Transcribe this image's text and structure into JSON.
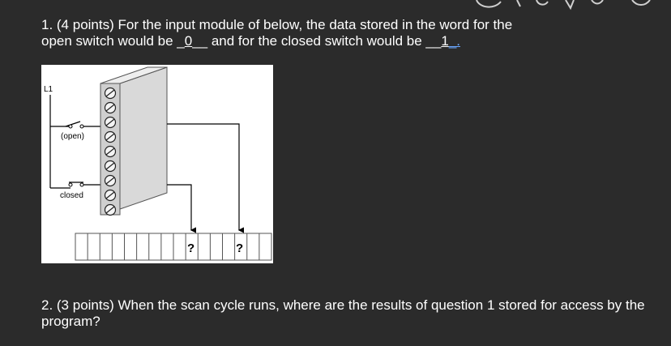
{
  "question1": {
    "prefix": "1. (4 points) For the input module of below, the data stored in the word for the",
    "mid1": "open switch would be _",
    "answer_open": "0",
    "mid2": "__ and for the closed switch would be __",
    "answer_closed": "1",
    "suffix": "_."
  },
  "figure": {
    "line_label": "L1",
    "open_label": "(open)",
    "closed_label": "closed",
    "bit_unknown_a": "?",
    "bit_unknown_b": "?"
  },
  "question2": {
    "text": "2. (3 points) When the scan cycle runs, where are the results of question 1 stored for access by the program?"
  }
}
